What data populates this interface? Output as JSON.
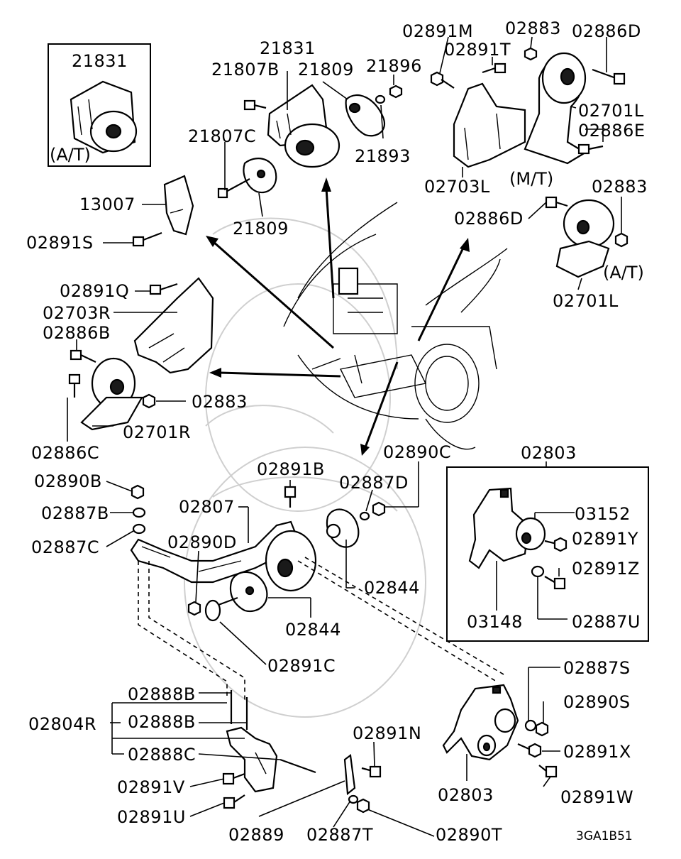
{
  "diagram": {
    "code": "3GA1B51",
    "tags": {
      "at_top": "(A/T)",
      "mt": "(M/T)",
      "at_right": "(A/T)"
    },
    "labels": {
      "p21831_box": "21831",
      "p21831": "21831",
      "p21807B": "21807B",
      "p21809_top": "21809",
      "p21896": "21896",
      "p21893": "21893",
      "p21807C": "21807C",
      "p21809_bot": "21809",
      "p13007": "13007",
      "p02891S": "02891S",
      "p02891M": "02891M",
      "p02883_top": "02883",
      "p02886D_top": "02886D",
      "p02891T": "02891T",
      "p02701L_mt": "02701L",
      "p02886E": "02886E",
      "p02703L": "02703L",
      "p02883_right": "02883",
      "p02886D_right": "02886D",
      "p02701L_at": "02701L",
      "p02891Q": "02891Q",
      "p02703R": "02703R",
      "p02886B": "02886B",
      "p02883_left": "02883",
      "p02701R": "02701R",
      "p02886C": "02886C",
      "p02890B": "02890B",
      "p02887B": "02887B",
      "p02887C": "02887C",
      "p02891B": "02891B",
      "p02807": "02807",
      "p02890D": "02890D",
      "p02890C": "02890C",
      "p02887D": "02887D",
      "p02844_top": "02844",
      "p02844_bot": "02844",
      "p02891C": "02891C",
      "p02803_box": "02803",
      "p03152": "03152",
      "p02891Y": "02891Y",
      "p02891Z": "02891Z",
      "p03148": "03148",
      "p02887U": "02887U",
      "p02888B_1": "02888B",
      "p02888B_2": "02888B",
      "p02804R": "02804R",
      "p02888C": "02888C",
      "p02891V": "02891V",
      "p02891U": "02891U",
      "p02889": "02889",
      "p02891N": "02891N",
      "p02887T": "02887T",
      "p02890T": "02890T",
      "p02887S": "02887S",
      "p02890S": "02890S",
      "p02891X": "02891X",
      "p02803": "02803",
      "p02891W": "02891W"
    }
  }
}
